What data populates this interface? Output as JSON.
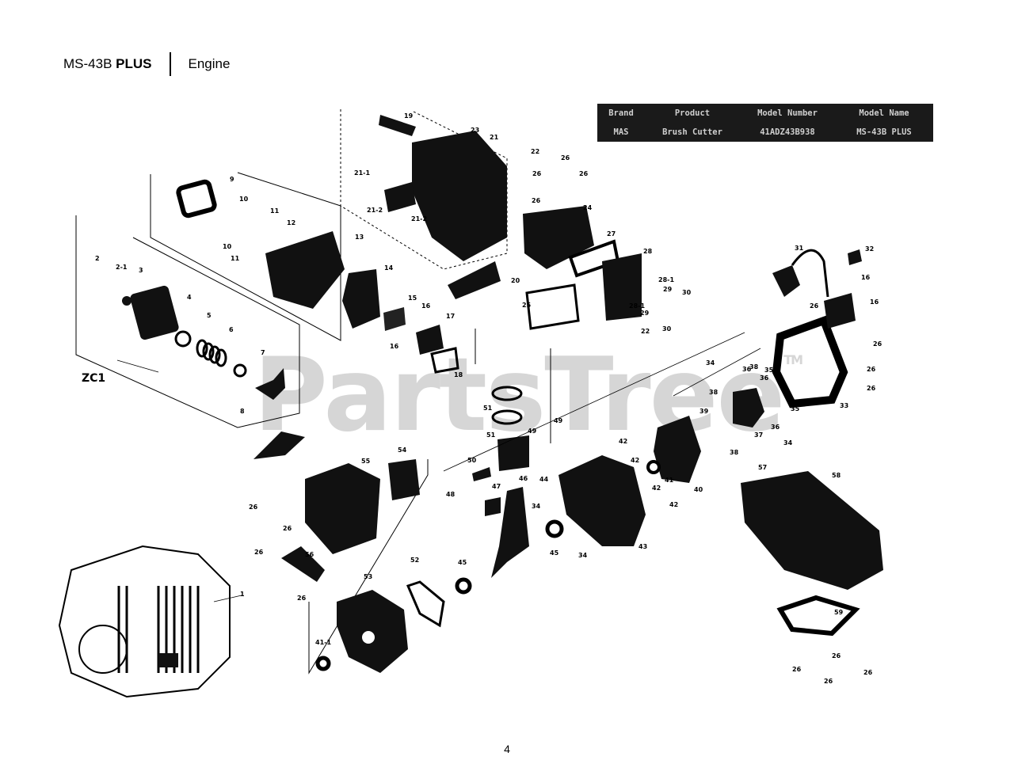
{
  "header": {
    "model_prefix": "MS-43B",
    "model_suffix": "PLUS",
    "section": "Engine"
  },
  "info_table": {
    "headers": [
      "Brand",
      "Product",
      "Model Number",
      "Model Name"
    ],
    "row": [
      "MAS",
      "Brush Cutter",
      "41ADZ43B938",
      "MS-43B PLUS"
    ]
  },
  "watermark": "PartsTree",
  "watermark_tm": "TM",
  "group_label": "ZC1",
  "page_number": "4",
  "part_labels": [
    "1",
    "2",
    "2-1",
    "3",
    "4",
    "5",
    "6",
    "7",
    "8",
    "9",
    "10",
    "10",
    "11",
    "11",
    "12",
    "13",
    "14",
    "15",
    "16",
    "16",
    "16",
    "16",
    "17",
    "18",
    "19",
    "20",
    "21",
    "21-1",
    "21-2",
    "21-2",
    "22",
    "22",
    "23",
    "24",
    "25",
    "26",
    "26",
    "26",
    "26",
    "26",
    "26",
    "26",
    "26",
    "26",
    "26",
    "26",
    "26",
    "26",
    "26",
    "26",
    "26",
    "27",
    "28",
    "28-1",
    "28-1",
    "29",
    "29",
    "30",
    "30",
    "31",
    "32",
    "33",
    "34",
    "34",
    "34",
    "34",
    "35",
    "35",
    "36",
    "36",
    "36",
    "37",
    "38",
    "38",
    "38",
    "39",
    "40",
    "41",
    "41-1",
    "42",
    "42",
    "42",
    "42",
    "43",
    "44",
    "45",
    "45",
    "46",
    "47",
    "48",
    "49",
    "49",
    "50",
    "51",
    "51",
    "52",
    "53",
    "54",
    "55",
    "56",
    "57",
    "58",
    "59"
  ]
}
